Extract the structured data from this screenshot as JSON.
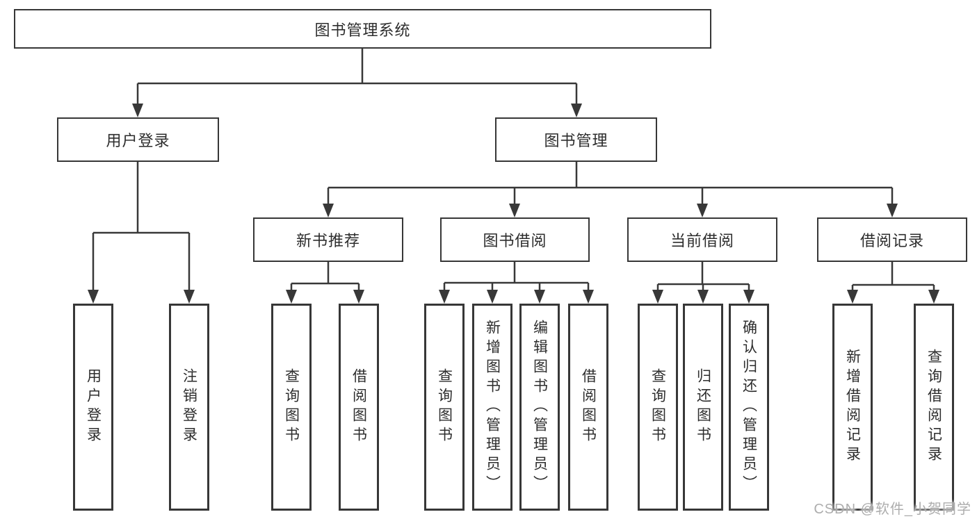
{
  "diagram_type": "hierarchy-tree",
  "colors": {
    "background": "#ffffff",
    "line": "#383838",
    "box_border": "#373737",
    "box_fill": "#ffffff",
    "text": "#2d2d2d",
    "watermark": "#adadad"
  },
  "tree": {
    "label": "图书管理系统",
    "children": [
      {
        "label": "用户登录",
        "children": [
          {
            "label": "用户登录"
          },
          {
            "label": "注销登录"
          }
        ]
      },
      {
        "label": "图书管理",
        "children": [
          {
            "label": "新书推荐",
            "children": [
              {
                "label": "查询图书"
              },
              {
                "label": "借阅图书"
              }
            ]
          },
          {
            "label": "图书借阅",
            "children": [
              {
                "label": "查询图书"
              },
              {
                "label": "新增图书（管理员）"
              },
              {
                "label": "编辑图书（管理员）"
              },
              {
                "label": "借阅图书"
              }
            ]
          },
          {
            "label": "当前借阅",
            "children": [
              {
                "label": "查询图书"
              },
              {
                "label": "归还图书"
              },
              {
                "label": "确认归还（管理员）"
              }
            ]
          },
          {
            "label": "借阅记录",
            "children": [
              {
                "label": "新增借阅记录"
              },
              {
                "label": "查询借阅记录"
              }
            ]
          }
        ]
      }
    ]
  },
  "watermark": {
    "text": "CSDN @软件_小贺同学"
  }
}
